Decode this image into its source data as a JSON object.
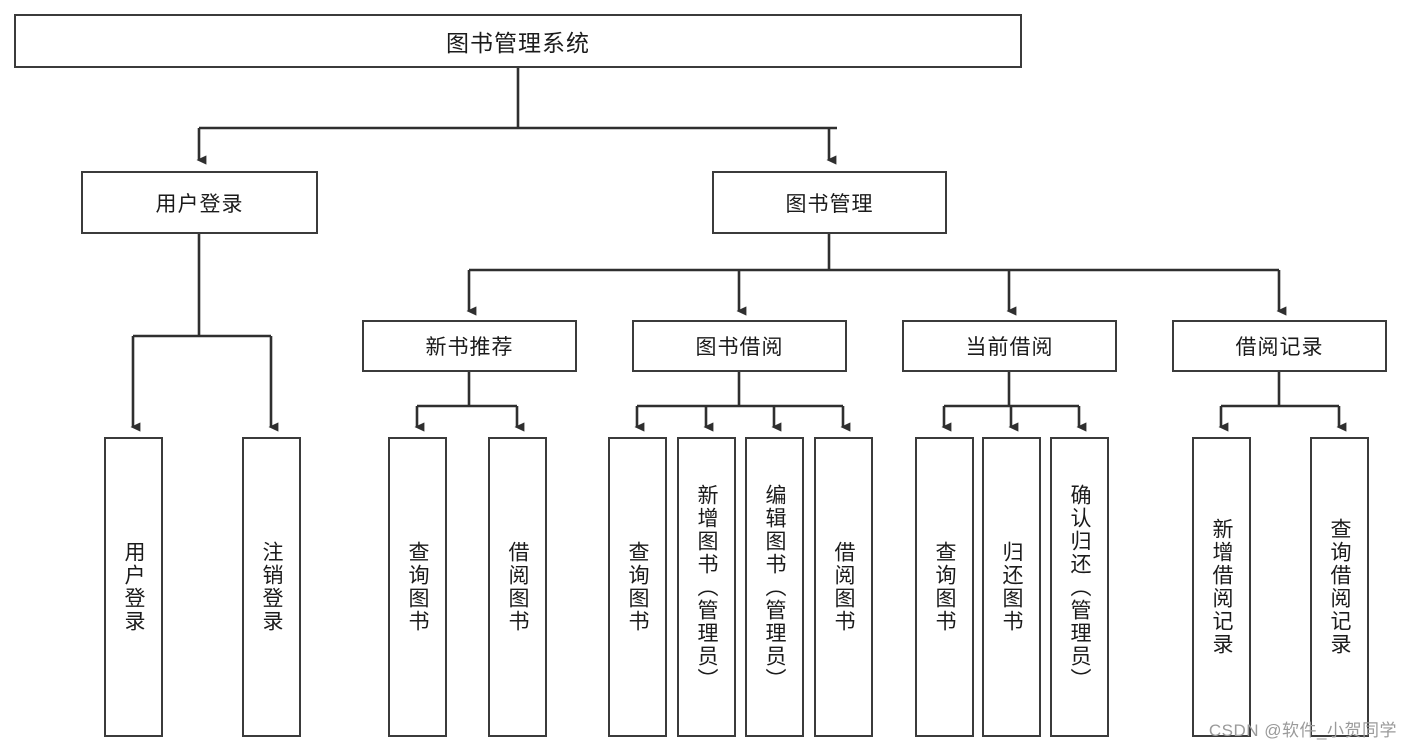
{
  "diagram": {
    "title": "图书管理系统",
    "type": "tree-hierarchy-diagram",
    "watermark": "CSDN @软件_小贺同学",
    "colors": {
      "border": "#3b3b3b",
      "fill": "#ffffff",
      "text": "#1b1b1b",
      "edge": "#2f2f2f",
      "watermark": "#9a9a9a"
    },
    "nodes": {
      "root": {
        "label": "图书管理系统"
      },
      "level2": [
        {
          "label": "用户登录"
        },
        {
          "label": "图书管理"
        }
      ],
      "level3": [
        {
          "label": "新书推荐"
        },
        {
          "label": "图书借阅"
        },
        {
          "label": "当前借阅"
        },
        {
          "label": "借阅记录"
        }
      ],
      "leaves": {
        "user_login": [
          {
            "label": "用户登录"
          },
          {
            "label": "注销登录"
          }
        ],
        "new_book_recommend": [
          {
            "label": "查询图书"
          },
          {
            "label": "借阅图书"
          }
        ],
        "book_borrow": [
          {
            "label": "查询图书"
          },
          {
            "label": "新增图书（管理员）"
          },
          {
            "label": "编辑图书（管理员）"
          },
          {
            "label": "借阅图书"
          }
        ],
        "current_borrow": [
          {
            "label": "查询图书"
          },
          {
            "label": "归还图书"
          },
          {
            "label": "确认归还（管理员）"
          }
        ],
        "borrow_record": [
          {
            "label": "新增借阅记录"
          },
          {
            "label": "查询借阅记录"
          }
        ]
      }
    }
  }
}
